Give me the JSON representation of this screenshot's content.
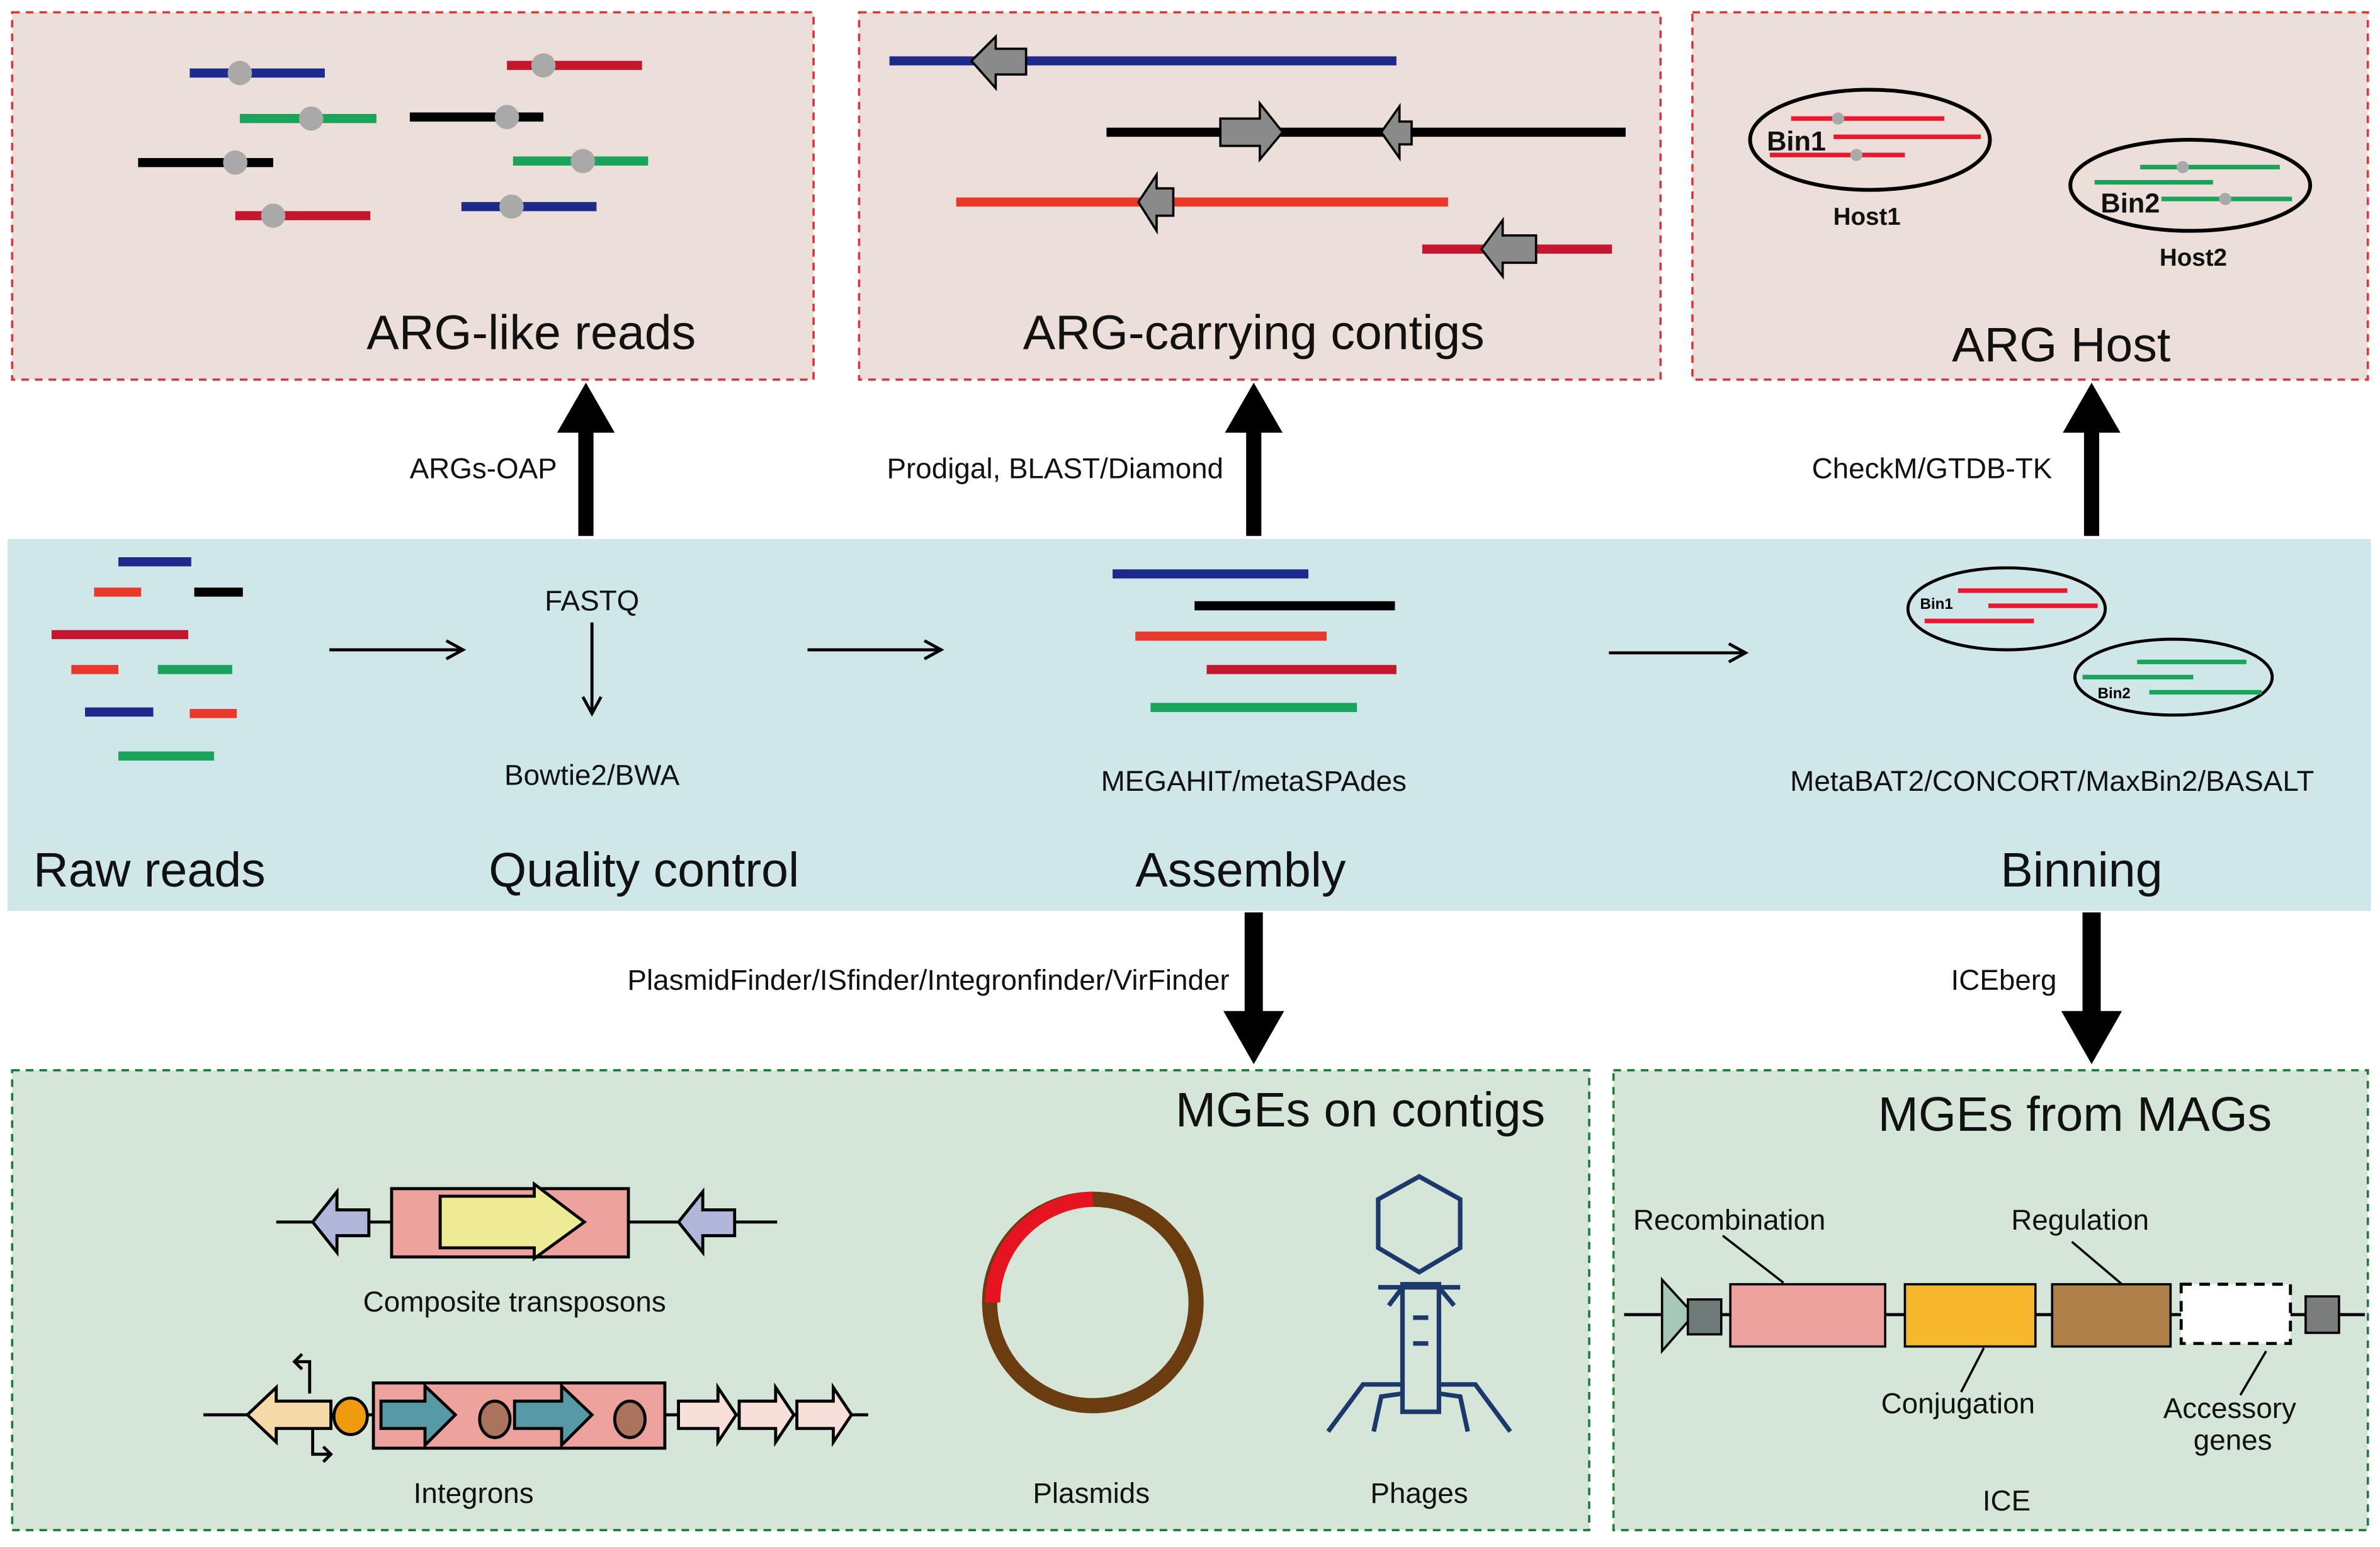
{
  "top_panels": {
    "reads_title": "ARG-like reads",
    "contigs_title": "ARG-carrying contigs",
    "host_title": "ARG Host",
    "host1_bin": "Bin1",
    "host1_label": "Host1",
    "host2_bin": "Bin2",
    "host2_label": "Host2"
  },
  "tools": {
    "reads_tool": "ARGs-OAP",
    "contigs_tool": "Prodigal, BLAST/Diamond",
    "host_tool": "CheckM/GTDB-TK",
    "mge_contig_tool": "PlasmidFinder/ISfinder/Integronfinder/VirFinder",
    "mge_mag_tool": "ICEberg"
  },
  "pipeline": {
    "raw_reads": "Raw reads",
    "qc_title": "Quality control",
    "qc_format": "FASTQ",
    "qc_tool": "Bowtie2/BWA",
    "assembly_title": "Assembly",
    "assembly_tool": "MEGAHIT/metaSPAdes",
    "binning_title": "Binning",
    "binning_tool": "MetaBAT2/CONCORT/MaxBin2/BASALT",
    "bin1": "Bin1",
    "bin2": "Bin2"
  },
  "mge_contigs": {
    "title": "MGEs on contigs",
    "composite": "Composite transposons",
    "integrons": "Integrons",
    "plasmids": "Plasmids",
    "phages": "Phages"
  },
  "mge_mags": {
    "title": "MGEs from MAGs",
    "recombination": "Recombination",
    "regulation": "Regulation",
    "conjugation": "Conjugation",
    "accessory_1": "Accessory",
    "accessory_2": "genes",
    "ice": "ICE"
  },
  "colors": {
    "top_panel_bg": "#ecdfd9",
    "pipeline_bg": "#cfe7e8",
    "bottom_panel_bg": "#d5e6d9",
    "blue": "#1d2a8c",
    "green": "#1aa35a",
    "red": "#c4162e",
    "orange_red": "#e8392b"
  }
}
